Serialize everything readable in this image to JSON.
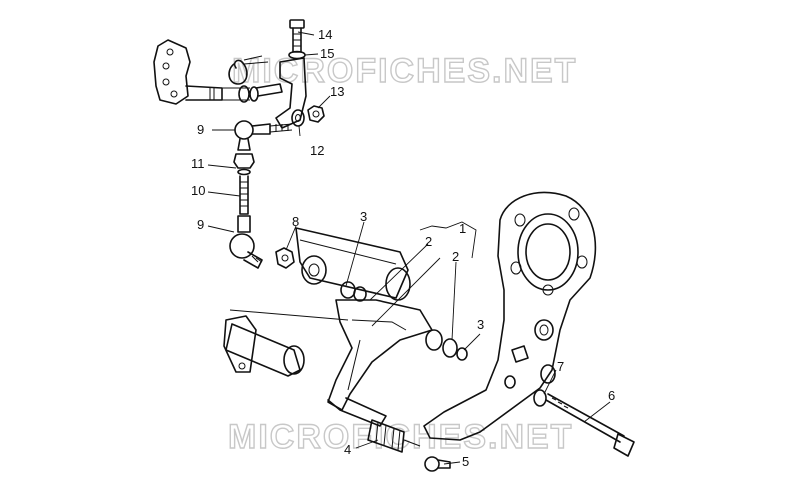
{
  "watermark": {
    "top": "MICROFICHES.NET",
    "bottom": "MICROFICHES.NET"
  },
  "callouts": {
    "c1": "1",
    "c2a": "2",
    "c2b": "2",
    "c3a": "3",
    "c3b": "3",
    "c4": "4",
    "c5": "5",
    "c6": "6",
    "c7": "7",
    "c8": "8",
    "c9a": "9",
    "c9b": "9",
    "c10": "10",
    "c11": "11",
    "c12": "12",
    "c13": "13",
    "c14": "14",
    "c15": "15"
  },
  "colors": {
    "line": "#111111",
    "watermark": "#c8c8c8",
    "background": "#ffffff"
  }
}
